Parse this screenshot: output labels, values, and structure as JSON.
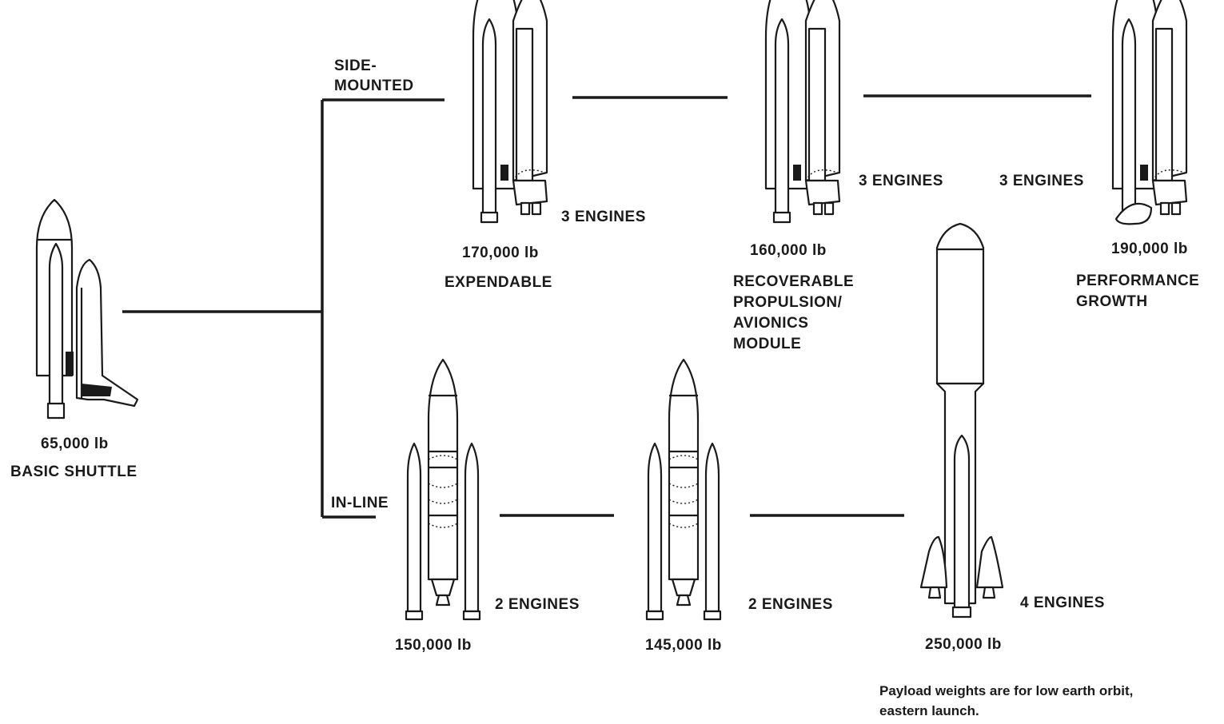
{
  "branch_labels": {
    "side_mounted_1": "SIDE-",
    "side_mounted_2": "MOUNTED",
    "in_line": "IN-LINE"
  },
  "basic": {
    "weight": "65,000 lb",
    "name": "BASIC SHUTTLE"
  },
  "side_mounted": [
    {
      "engines": "3 ENGINES",
      "weight": "170,000 lb",
      "name_lines": [
        "EXPENDABLE"
      ]
    },
    {
      "engines": "3 ENGINES",
      "weight": "160,000 lb",
      "name_lines": [
        "RECOVERABLE",
        "PROPULSION/",
        "AVIONICS",
        "MODULE"
      ]
    },
    {
      "engines": "3 ENGINES",
      "weight": "190,000 lb",
      "name_lines": [
        "PERFORMANCE",
        "GROWTH"
      ]
    }
  ],
  "in_line": [
    {
      "engines": "2 ENGINES",
      "weight": "150,000 lb"
    },
    {
      "engines": "2 ENGINES",
      "weight": "145,000 lb"
    },
    {
      "engines": "4 ENGINES",
      "weight": "250,000 lb"
    }
  ],
  "footnote": {
    "line1": "Payload weights are for low earth orbit,",
    "line2": "eastern launch."
  }
}
